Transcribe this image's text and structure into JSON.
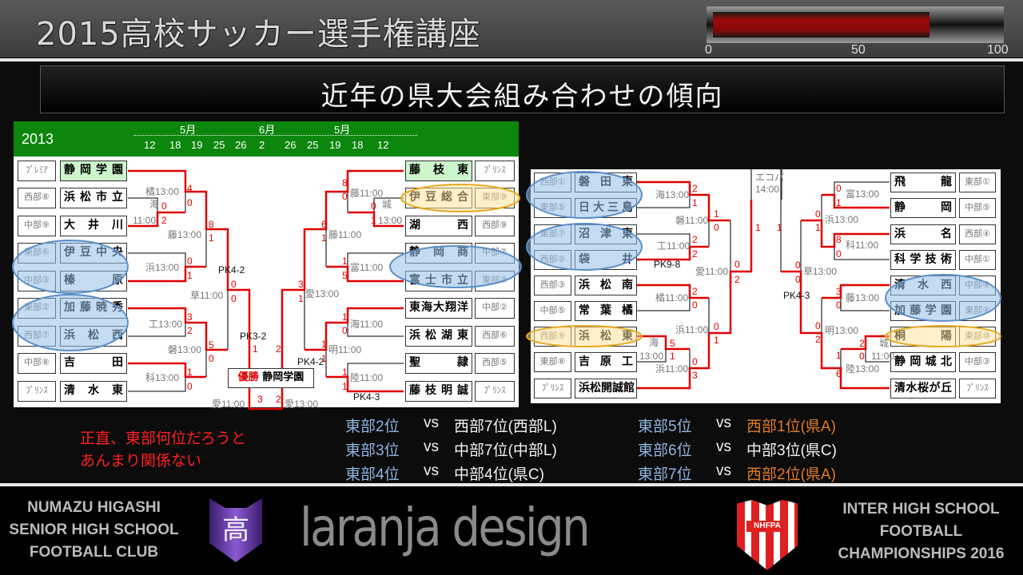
{
  "header": {
    "title": "2015高校サッカー選手権講座",
    "progress_percent": 76,
    "ticks": [
      "0",
      "50",
      "100"
    ]
  },
  "subtitle": "近年の県大会組み合わせの傾向",
  "bracket2013": {
    "year": "2013",
    "months": [
      "5月",
      "6月",
      "5月"
    ],
    "dates": [
      "12",
      "18",
      "19",
      "25",
      "26",
      "2",
      "26",
      "25",
      "19",
      "18",
      "12"
    ],
    "left": [
      {
        "seed": "ﾌﾟﾚﾐｱ",
        "name": "静岡学園"
      },
      {
        "seed": "西部⑧",
        "name": "浜松市立"
      },
      {
        "seed": "中部⑨",
        "name": "大井川"
      },
      {
        "seed": "東部⑥",
        "name": "伊豆中央"
      },
      {
        "seed": "中部③",
        "name": "榛原"
      },
      {
        "seed": "東部②",
        "name": "加藤暁秀"
      },
      {
        "seed": "西部⑦",
        "name": "浜松西"
      },
      {
        "seed": "中部⑧",
        "name": "吉田"
      },
      {
        "seed": "ﾌﾟﾘﾝｽ",
        "name": "清水東"
      }
    ],
    "right": [
      {
        "seed": "ﾌﾟﾘﾝｽ",
        "name": "藤枝東"
      },
      {
        "seed": "東部⑨",
        "name": "伊豆総合"
      },
      {
        "seed": "西部⑨",
        "name": "湖西"
      },
      {
        "seed": "中部⑦",
        "name": "静岡商"
      },
      {
        "seed": "東部③",
        "name": "富士市立"
      },
      {
        "seed": "中部②",
        "name": "東海大翔洋"
      },
      {
        "seed": "西部⑥",
        "name": "浜松湖東"
      },
      {
        "seed": "西部⑤",
        "name": "聖隷"
      },
      {
        "seed": "ﾌﾟﾘﾝｽ",
        "name": "藤枝明誠"
      }
    ],
    "venues": [
      "橘13:00",
      "海",
      "11:00",
      "藤13:00",
      "浜13:00",
      "草11:00",
      "工13:00",
      "磐13:00",
      "科13:00",
      "愛11:00",
      "藤11:00",
      "城",
      "13:00",
      "藤11:00",
      "富11:00",
      "愛13:00",
      "海11:00",
      "明11:00",
      "陸11:00",
      "愛13:00"
    ],
    "pk": [
      "PK4-2",
      "PK3-2",
      "PK4-2",
      "PK4-3"
    ],
    "scores": [
      "4",
      "0",
      "0",
      "2",
      "8",
      "1",
      "0",
      "1",
      "0",
      "0",
      "3",
      "2",
      "5",
      "0",
      "1",
      "0",
      "1",
      "8",
      "0",
      "0",
      "1",
      "6",
      "1",
      "1",
      "5",
      "3",
      "1",
      "1",
      "0",
      "1",
      "1",
      "1",
      "1",
      "2",
      "3",
      "2"
    ],
    "champion_label": "優勝",
    "champion": "静岡学園"
  },
  "bracket2": {
    "left": [
      {
        "seed": "西部①",
        "name": "磐田東"
      },
      {
        "seed": "東部⑤",
        "name": "日大三島"
      },
      {
        "seed": "東部⑦",
        "name": "沼津東"
      },
      {
        "seed": "西部②",
        "name": "袋井"
      },
      {
        "seed": "西部③",
        "name": "浜松南"
      },
      {
        "seed": "中部⑤",
        "name": "常葉橘"
      },
      {
        "seed": "西部⑨",
        "name": "浜松東"
      },
      {
        "seed": "東部⑧",
        "name": "吉原工"
      },
      {
        "seed": "ﾌﾟﾘﾝｽ",
        "name": "浜松開誠館"
      }
    ],
    "right": [
      {
        "seed": "東部①",
        "name": "飛龍"
      },
      {
        "seed": "中部⑤",
        "name": "静岡"
      },
      {
        "seed": "西部④",
        "name": "浜名"
      },
      {
        "seed": "中部①",
        "name": "科学技術"
      },
      {
        "seed": "中部④",
        "name": "清水西"
      },
      {
        "seed": "東部④",
        "name": "加藤学園"
      },
      {
        "seed": "東部⑩",
        "name": "桐陽"
      },
      {
        "seed": "中部③",
        "name": "静岡城北"
      },
      {
        "seed": "ﾌﾟﾘﾝｽ",
        "name": "清水桜が丘"
      }
    ],
    "venues": [
      "海13:00",
      "磐11:00",
      "工11:00",
      "橘11:00",
      "愛11:00",
      "浜11:00",
      "海",
      "13:00",
      "浜11:00",
      "エコパ",
      "14:00",
      "富13:00",
      "浜13:00",
      "科11:00",
      "草13:00",
      "藤13:00",
      "明13:00",
      "城",
      "11:00",
      "陸13:00"
    ],
    "pk": [
      "PK9-8",
      "PK4-3"
    ],
    "scores": [
      "2",
      "1",
      "1",
      "0",
      "2",
      "2",
      "0",
      "2",
      "2",
      "0",
      "0",
      "1",
      "5",
      "1",
      "0",
      "3",
      "1",
      "0",
      "1",
      "0",
      "1",
      "8",
      "0",
      "0",
      "0",
      "3",
      "0",
      "0",
      "2",
      "2",
      "0",
      "1",
      "6",
      "1"
    ]
  },
  "note": [
    "正直、東部何位だろうと",
    "あんまり関係ない"
  ],
  "matchups": [
    {
      "a": "東部2位",
      "vs": "vs",
      "b": "西部7位(西部L)",
      "c": "white"
    },
    {
      "a": "東部3位",
      "vs": "vs",
      "b": "中部7位(中部L)",
      "c": "white"
    },
    {
      "a": "東部4位",
      "vs": "vs",
      "b": "中部4位(県C)",
      "c": "white"
    },
    {
      "a": "東部5位",
      "vs": "vs",
      "b": "西部1位(県A)",
      "c": "orange"
    },
    {
      "a": "東部6位",
      "vs": "vs",
      "b": "中部3位(県C)",
      "c": "white"
    },
    {
      "a": "東部7位",
      "vs": "vs",
      "b": "西部2位(県A)",
      "c": "orange"
    }
  ],
  "footer": {
    "left": [
      "NUMAZU HIGASHI",
      "SENIOR HIGH SCHOOL",
      "FOOTBALL CLUB"
    ],
    "brand": "laranja design",
    "right": [
      "INTER HIGH SCHOOL",
      "FOOTBALL",
      "CHAMPIONSHIPS 2016"
    ],
    "crest_left": "高",
    "crest_right": "NHFPA"
  }
}
